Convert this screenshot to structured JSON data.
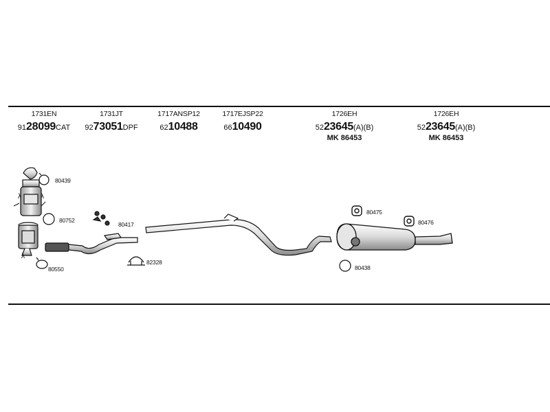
{
  "header": {
    "columns": [
      {
        "ref": "1731EN",
        "prefix": "91",
        "number": "28099",
        "suffix": "CAT",
        "mk": ""
      },
      {
        "ref": "1731JT",
        "prefix": "92",
        "number": "73051",
        "suffix": "DPF",
        "mk": ""
      },
      {
        "ref": "1717ANSP12",
        "prefix": "62",
        "number": "10488",
        "suffix": "",
        "mk": ""
      },
      {
        "ref": "1717EJSP22",
        "prefix": "66",
        "number": "10490",
        "suffix": "",
        "mk": ""
      },
      {
        "ref": "1726EH",
        "prefix": "52",
        "number": "23645",
        "suffix": "(A)(B)",
        "mk": "MK  86453"
      },
      {
        "ref": "1726EH",
        "prefix": "52",
        "number": "23645",
        "suffix": "(A)(B)",
        "mk": "MK  86453"
      }
    ]
  },
  "parts": {
    "p80439": "80439",
    "p80752": "80752",
    "p80550": "80550",
    "p80417": "80417",
    "p82328": "82328",
    "p80475": "80475",
    "p80476": "80476",
    "p80438": "80438"
  },
  "sensor_symbol": "λ"
}
